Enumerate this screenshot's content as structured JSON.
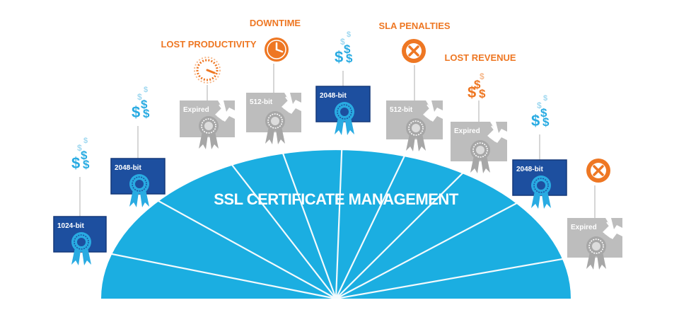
{
  "diagram": {
    "title": "SSL CERTIFICATE MANAGEMENT",
    "colors": {
      "hub": "#1baee1",
      "spoke": "#ffffff",
      "connector": "#c9c9c9",
      "valid_cert": "#1d4f9f",
      "valid_cert_border": "#15397a",
      "seal_valid": "#29abe2",
      "expired_cert": "#bdbdbd",
      "seal_expired": "#a7a7a7",
      "cost": "#ee7723",
      "money": "#29abe2",
      "money_light": "#9fd8f0",
      "money_cost_light": "#f6b88b"
    },
    "certificates": [
      {
        "id": "c1",
        "label": "1024-bit",
        "status": "valid",
        "icon": "dollar-stack-icon",
        "icon_color": "money"
      },
      {
        "id": "c2",
        "label": "2048-bit",
        "status": "valid",
        "icon": "dollar-stack-icon",
        "icon_color": "money"
      },
      {
        "id": "c3",
        "label": "Expired",
        "status": "expired",
        "icon": "productivity-gauge-icon"
      },
      {
        "id": "c4",
        "label": "512-bit",
        "status": "weak",
        "icon": "clock-icon"
      },
      {
        "id": "c5",
        "label": "2048-bit",
        "status": "valid",
        "icon": "dollar-stack-icon",
        "icon_color": "money"
      },
      {
        "id": "c6",
        "label": "512-bit",
        "status": "weak",
        "icon": "penalty-x-icon"
      },
      {
        "id": "c7",
        "label": "Expired",
        "status": "expired",
        "icon": "dollar-stack-icon",
        "icon_color": "cost"
      },
      {
        "id": "c8",
        "label": "2048-bit",
        "status": "valid",
        "icon": "dollar-stack-icon",
        "icon_color": "money"
      },
      {
        "id": "c9",
        "label": "Expired",
        "status": "expired",
        "icon": "penalty-x-icon"
      }
    ],
    "cost_labels": {
      "lost_productivity": "LOST PRODUCTIVITY",
      "downtime": "DOWNTIME",
      "sla_penalties": "SLA PENALTIES",
      "lost_revenue": "LOST REVENUE"
    }
  }
}
